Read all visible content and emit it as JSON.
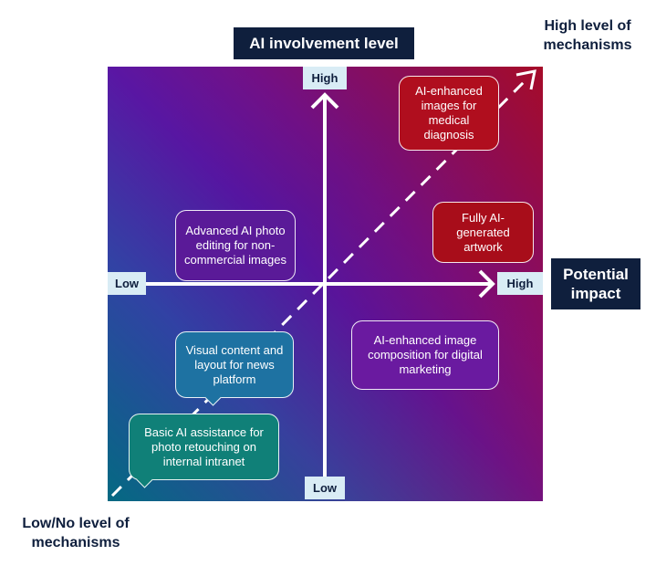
{
  "title": "AI involvement level",
  "x_axis_title": "Potential impact",
  "y_axis": {
    "high": "High",
    "low": "Low"
  },
  "x_axis": {
    "high": "High",
    "low": "Low"
  },
  "diagonal": {
    "top_right": "High level of mechanisms",
    "bottom_left": "Low/No level of mechanisms"
  },
  "cards": {
    "medical": "AI-enhanced images for medical diagnosis",
    "fully": "Fully AI-generated artwork",
    "advanced": "Advanced AI photo editing for non-commercial images",
    "marketing": "AI-enhanced image composition for digital marketing",
    "visual": "Visual content and layout for news platform",
    "basic": "Basic AI assistance for photo retouching on internal intranet"
  },
  "colors": {
    "navy": "#0f1f3d",
    "label_bg": "#d9ecf5",
    "teal": "#108078",
    "purple": "#5a1a98",
    "red": "#b00e1e"
  }
}
